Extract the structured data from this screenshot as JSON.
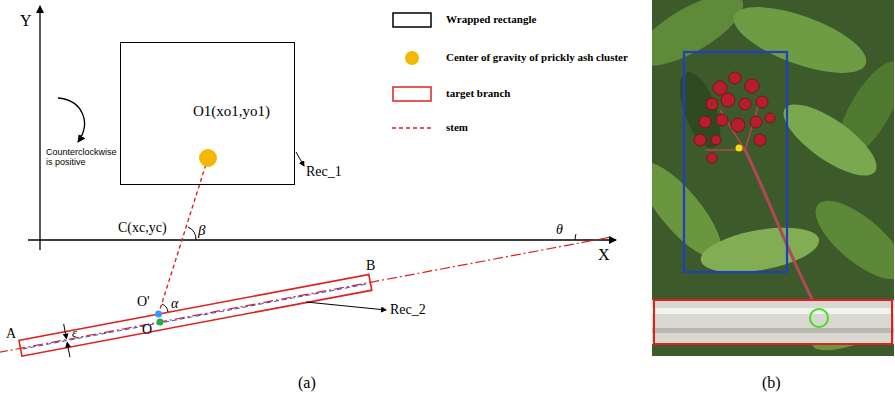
{
  "diagram": {
    "nodes": [
      {
        "text": [
          "O1(xo1,yo1)"
        ]
      }
    ],
    "labels": [
      "Y",
      "X",
      "Counterclockwise is positive",
      "C(xc,yc)",
      "β",
      "θ",
      "α",
      "O'",
      "O",
      "A",
      "B",
      "ε",
      "Rec_1",
      "Rec_2",
      "(a)",
      "(b)"
    ],
    "legend": [
      {
        "text": "Wrapped rectangle"
      },
      {
        "text": "Center of gravity of prickly ash cluster",
        "color": "#f5b800"
      },
      {
        "text": "target branch"
      },
      {
        "text": "stem"
      }
    ]
  }
}
